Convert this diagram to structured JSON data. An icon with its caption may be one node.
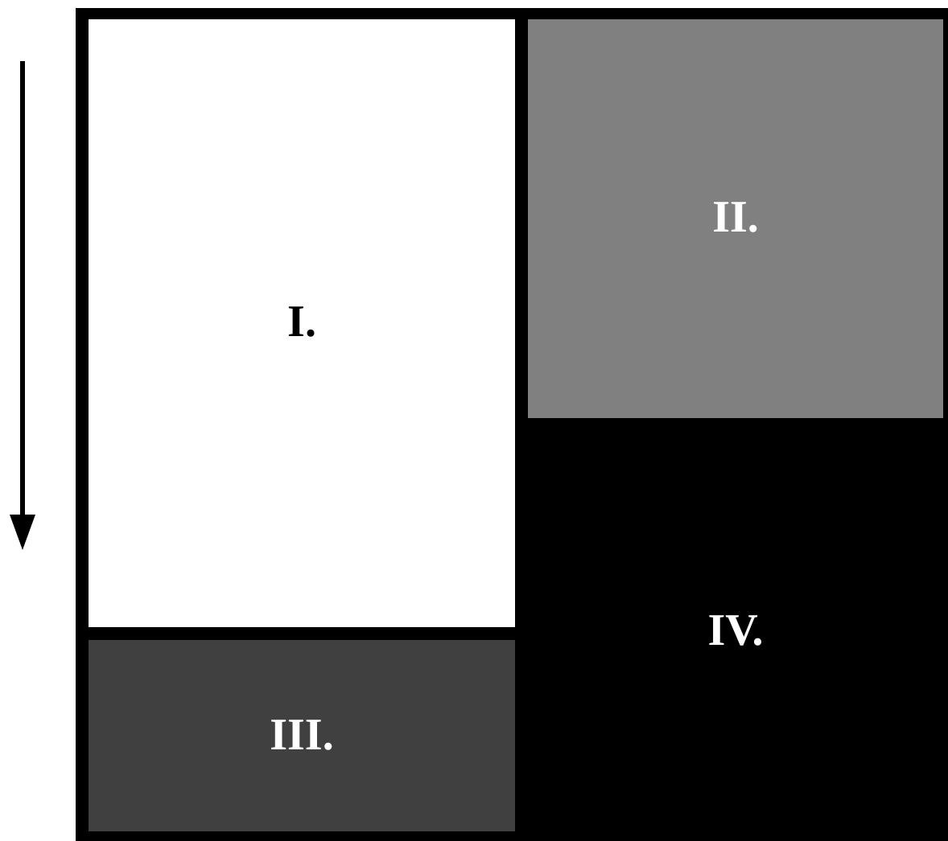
{
  "diagram": {
    "nodes": [
      {
        "text": [],
        "shape": "box"
      },
      {
        "text": [
          "**I**."
        ],
        "in": 0
      },
      {
        "text": [
          "II."
        ],
        "in": 0
      },
      {
        "text": [
          "III."
        ],
        "in": 0
      },
      {
        "text": [
          "IV."
        ],
        "in": 0
      }
    ]
  }
}
